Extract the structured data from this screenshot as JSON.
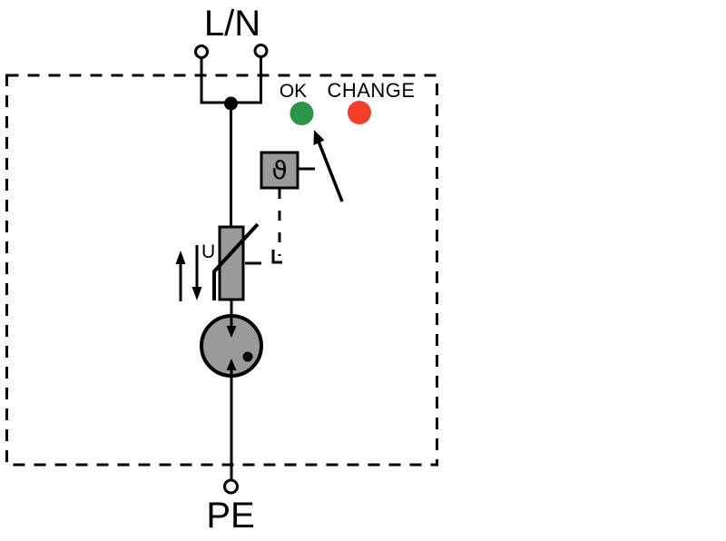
{
  "diagram": {
    "labels": {
      "input_terminal": "L/N",
      "ground_terminal": "PE",
      "status_ok": "OK",
      "status_change": "CHANGE",
      "thermal_disconnect": "ϑ",
      "voltage": "U"
    },
    "colors": {
      "ok_led": "#2a9447",
      "change_led": "#f23e2a",
      "component_fill": "#9a9a9a",
      "line": "#000000",
      "background": "#ffffff"
    }
  }
}
